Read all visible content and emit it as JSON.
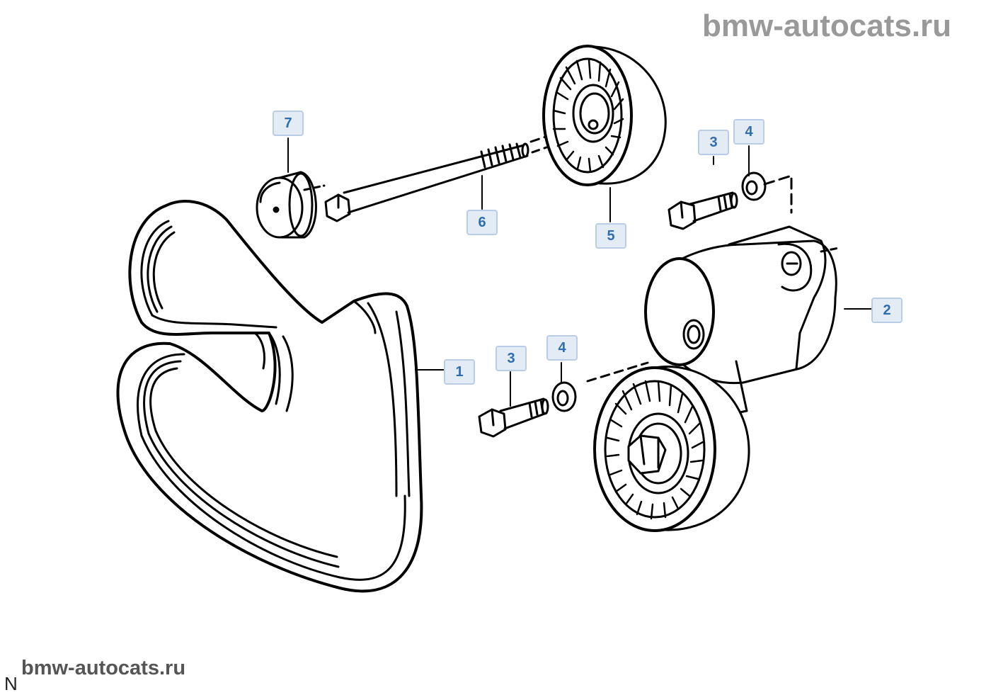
{
  "watermark": {
    "top": "bmw-autocats.ru",
    "bottom": "bmw-autocats.ru"
  },
  "corner_mark": "N",
  "parts": [
    {
      "id": "part-1",
      "label": "1",
      "depicts": "ribbed-v-belt"
    },
    {
      "id": "part-2",
      "label": "2",
      "depicts": "belt-tensioner"
    },
    {
      "id": "part-3a",
      "label": "3",
      "depicts": "hex-bolt"
    },
    {
      "id": "part-3b",
      "label": "3",
      "depicts": "hex-bolt"
    },
    {
      "id": "part-4a",
      "label": "4",
      "depicts": "washer"
    },
    {
      "id": "part-4b",
      "label": "4",
      "depicts": "washer"
    },
    {
      "id": "part-5",
      "label": "5",
      "depicts": "guide-pulley"
    },
    {
      "id": "part-6",
      "label": "6",
      "depicts": "long-hex-bolt"
    },
    {
      "id": "part-7",
      "label": "7",
      "depicts": "pulley-cap"
    }
  ]
}
